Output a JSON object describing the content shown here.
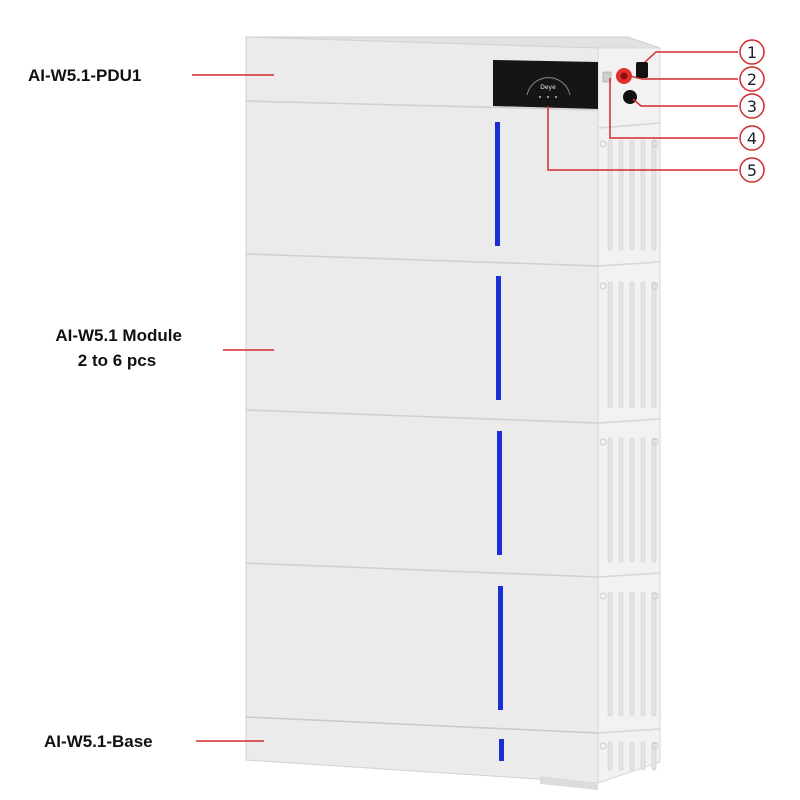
{
  "labels": {
    "pdu": "AI-W5.1-PDU1",
    "module_line1": "AI-W5.1 Module",
    "module_line2": "2 to 6 pcs",
    "base": "AI-W5.1-Base"
  },
  "display": {
    "brand": "Deye"
  },
  "callouts": [
    {
      "number": "1"
    },
    {
      "number": "2"
    },
    {
      "number": "3"
    },
    {
      "number": "4"
    },
    {
      "number": "5"
    }
  ],
  "colors": {
    "callout_red": "#d42a2a",
    "led_blue": "#1a2fd6",
    "front_face": "#ebebeb",
    "side_face": "#f2f2f2",
    "display_bg": "#151515"
  }
}
